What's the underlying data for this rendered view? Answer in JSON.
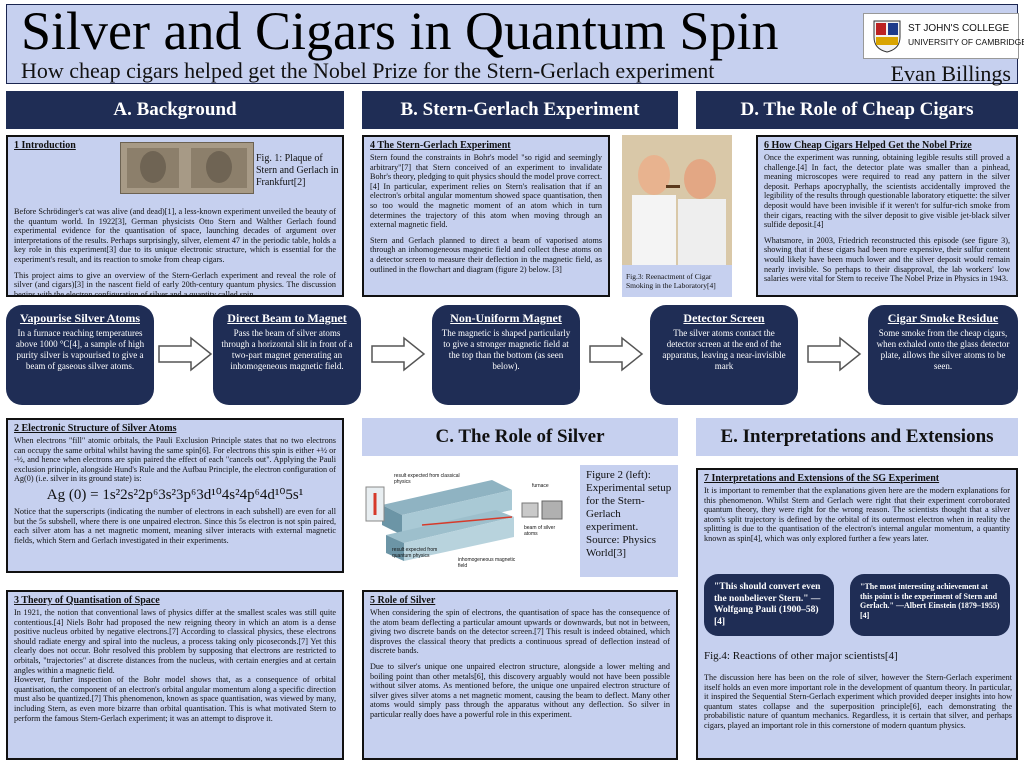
{
  "header": {
    "title": "Silver and Cigars in Quantum Spin",
    "subtitle": "How cheap cigars helped get the Nobel Prize for the Stern-Gerlach experiment",
    "author": "Evan Billings",
    "logo_line1": "ST JOHN'S COLLEGE",
    "logo_line2": "UNIVERSITY OF CAMBRIDGE"
  },
  "sections": {
    "a": "A. Background",
    "b": "B. Stern-Gerlach Experiment",
    "c": "C. The Role of Silver",
    "d": "D. The Role of Cheap Cigars",
    "e": "E. Interpretations and Extensions"
  },
  "intro": {
    "heading": "1 Introduction",
    "fig_caption": "Fig. 1: Plaque of Stern and Gerlach in Frankfurt[2]",
    "p1": "Before Schrödinger's cat was alive (and dead)[1], a less-known experiment unveiled the beauty of the quantum world. In 1922[3], German physicists Otto Stern and Walther Gerlach found experimental evidence for the quantisation of space, launching decades of argument over interpretations of the results. Perhaps surprisingly, silver, element 47 in the periodic table, holds a key role in this experiment[3] due to its unique electronic structure, which is essential for the experiment's result, and its reaction to smoke from cheap cigars.",
    "p2": "This project aims to give an overview of the Stern-Gerlach experiment and reveal the role of silver (and cigars)[3] in the nascent field of early 20th-century quantum physics. The discussion begins with the electron configuration of silver and a quantity called spin."
  },
  "sg": {
    "heading": "4 The Stern-Gerlach Experiment",
    "p1": "Stern found the constraints in Bohr's model \"so rigid and seemingly arbitrary\"[7] that Stern conceived of an experiment to invalidate Bohr's theory, pledging to quit physics should the model prove correct.[4] In particular, experiment relies on Stern's realisation that if an electron's orbital angular momentum showed space quantisation, then so too would the magnetic moment of an atom which in turn determines the trajectory of this atom when moving through an external magnetic field.",
    "p2": "Stern and Gerlach planned to direct a beam of vaporised atoms through an inhomogeneous magnetic field and collect these atoms on a detector screen to measure their deflection in the magnetic field, as outlined in the flowchart and diagram (figure 2) below. [3]"
  },
  "fig3_caption": "Fig.3: Reenactment of Cigar Smoking in the Laboratory[4]",
  "cigars": {
    "heading": "6 How Cheap Cigars Helped Get the Nobel Prize",
    "p1": "Once the experiment was running, obtaining legible results still proved a challenge.[4] In fact, the detector plate was smaller than a pinhead, meaning microscopes were required to read any pattern in the silver deposit. Perhaps apocryphally, the scientists accidentally improved the legibility of the results through questionable laboratory etiquette: the silver deposit would have been invisible if it weren't for sulfur-rich smoke from their cigars, reacting with the silver deposit to give visible jet-black silver sulfide deposit.[4]",
    "p2": "Whatsmore, in 2003, Friedrich reconstructed this episode (see figure 3), showing that if these cigars had been more expensive, their sulfur content would likely have been much lower and the silver deposit would remain nearly invisible. So perhaps to their disapproval, the lab workers' low salaries were vital for Stern to receive The Nobel Prize in Physics in 1943."
  },
  "flow": [
    {
      "title": "Vapourise Silver Atoms",
      "text": "In a furnace reaching temperatures above 1000 °C[4], a sample of high purity silver is vapourised to give a beam of gaseous silver atoms."
    },
    {
      "title": "Direct Beam to Magnet",
      "text": "Pass the beam of silver atoms through a horizontal slit in front of a two-part magnet generating an inhomogeneous magnetic field."
    },
    {
      "title": "Non-Uniform Magnet",
      "text": "The magnetic is shaped particularly to give a stronger magnetic field at the top than the bottom (as seen below)."
    },
    {
      "title": "Detector Screen",
      "text": "The silver atoms contact the detector screen at the end of the apparatus, leaving a near-invisible mark"
    },
    {
      "title": "Cigar Smoke Residue",
      "text": "Some smoke from the cheap cigars, when exhaled onto the glass detector plate, allows the silver atoms to be seen."
    }
  ],
  "electronic": {
    "heading": "2 Electronic Structure of Silver Atoms",
    "p1": "When electrons \"fill\" atomic orbitals, the Pauli Exclusion Principle states that no two electrons can occupy the same orbital whilst having the same spin[6]. For electrons this spin is either +½ or -½, and hence when electrons are spin paired the effect of each \"cancels out\". Applying the Pauli exclusion principle, alongside Hund's Rule and the Aufbau Principle, the electron configuration of Ag(0) (i.e. silver in its ground state) is:",
    "formula": "Ag (0) = 1s²2s²2p⁶3s²3p⁶3d¹⁰4s²4p⁶4d¹⁰5s¹",
    "p2": "Notice that the superscripts (indicating the number of electrons in each subshell) are even for all but the 5s subshell, where there is one unpaired electron. Since this 5s electron is not spin paired, each silver atom has a net magnetic moment, meaning silver interacts with external magnetic fields, which Stern and Gerlach investigated in their experiments."
  },
  "theory": {
    "heading": "3 Theory of Quantisation of Space",
    "p1": "In 1921, the notion that conventional laws of physics differ at the smallest scales was still quite contentious.[4] Niels Bohr had proposed the new reigning theory in which an atom is a dense positive nucleus orbited by negative electrons.[7] According to classical physics, these electrons should radiate energy and spiral into the nucleus, a process taking only picoseconds.[7] Yet this clearly does not occur. Bohr resolved this problem by supposing that electrons are restricted to orbitals, \"trajectories\" at discrete distances from the nucleus, with certain energies and at certain angles within a magnetic field.",
    "p2": "However, further inspection of the Bohr model shows that, as a consequence of orbital quantisation, the component of an electron's orbital angular momentum along a specific direction must also be quantized.[7] This phenomenon, known as space quantisation, was viewed by many, including Stern, as even more bizarre than orbital quantisation. This is what motivated Stern to perform the famous Stern-Gerlach experiment; it was an attempt to disprove it."
  },
  "fig2": {
    "caption": "Figure 2 (left): Experimental setup for the Stern-Gerlach experiment. Source: Physics World[3]",
    "label_classical": "result expected from classical physics",
    "label_furnace": "furnace",
    "label_beam": "beam of silver atoms",
    "label_quantum": "result expected from quantum physics",
    "label_magnet": "inhomogeneous magnetic field"
  },
  "silver": {
    "heading": "5 Role of Silver",
    "p1": "When considering the spin of electrons, the quantisation of space has the consequence of the atom beam deflecting a particular amount upwards or downwards, but not in between, giving two discrete bands on the detector screen.[7] This result is indeed obtained, which disproves the classical theory that predicts a continuous spread of deflection instead of discrete bands.",
    "p2": "Due to silver's unique one unpaired electron structure, alongside a lower melting and boiling point than other metals[6], this discovery arguably would not have been possible without silver atoms. As mentioned before, the unique one unpaired electron structure of silver gives silver atoms a net magnetic moment, causing the beam to deflect. Many other atoms would simply pass through the apparatus without any deflection. So silver in particular really does have a powerful role in this experiment."
  },
  "interp": {
    "heading": "7 Interpretations and Extensions of the SG Experiment",
    "p1": "It is important to remember that the explanations given here are the modern explanations for this phenomenon. Whilst Stern and Gerlach were right that their experiment corroborated quantum theory, they were right for the wrong reason. The scientists thought that a silver atom's split trajectory is defined by the orbital of its outermost electron when in reality the splitting is due to the quantisation of the electron's internal angular momentum, a quantity known as spin[4], which was only explored further a few years later.",
    "quote1": "\"This should convert even the nonbeliever Stern.\" —Wolfgang Pauli (1900–58)[4]",
    "quote2": "\"The most interesting achievement at this point is the experiment of Stern and Gerlach.\" —Albert Einstein (1879–1955)[4]",
    "fig4": "Fig.4: Reactions of other major scientists[4]",
    "p2": "The discussion here has been on the role of silver, however the Stern-Gerlach experiment itself holds an even more important role in the development of quantum theory. In particular, it inspired the Sequential Stern-Gerlach experiment which provided deeper insights into how quantum states collapse and the superposition principle[6], each demonstrating the probabilistic nature of quantum mechanics. Regardless, it is certain that silver, and perhaps cigars, played an important role in this cornerstone of modern quantum physics."
  }
}
